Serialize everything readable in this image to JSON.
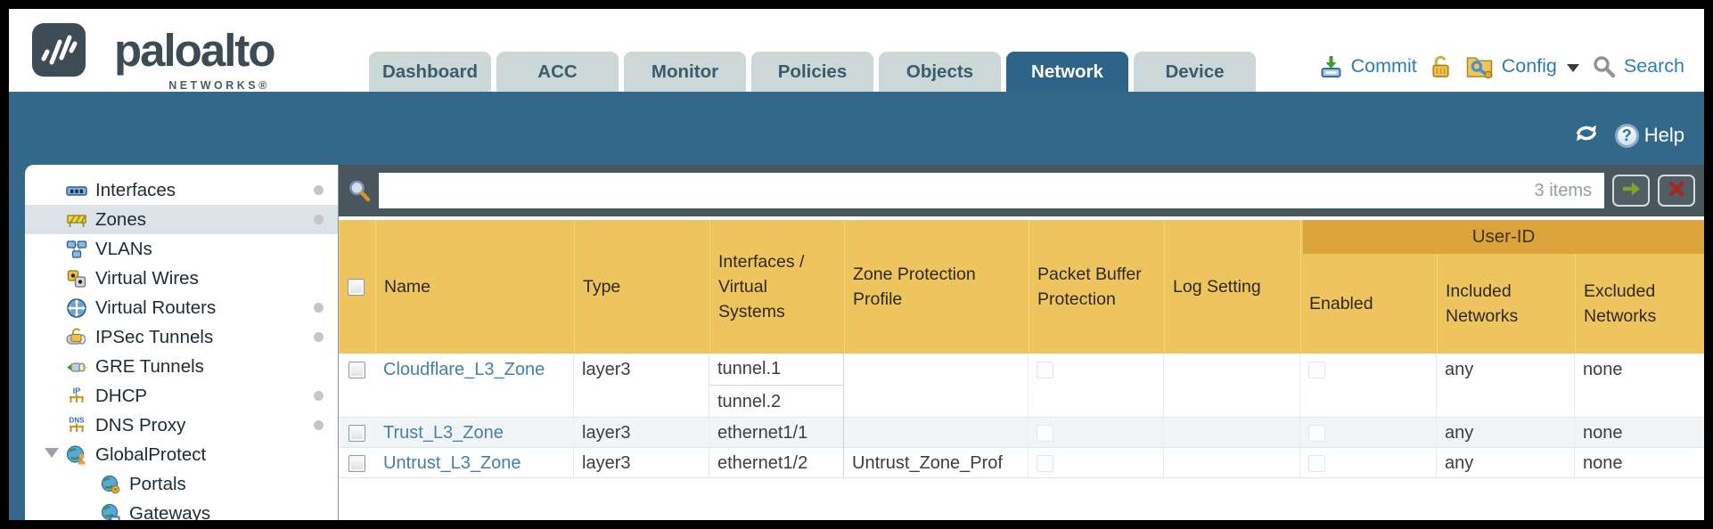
{
  "header": {
    "brand": "paloalto",
    "brand_sub": "NETWORKS®",
    "tabs": [
      {
        "label": "Dashboard",
        "active": false
      },
      {
        "label": "ACC",
        "active": false
      },
      {
        "label": "Monitor",
        "active": false
      },
      {
        "label": "Policies",
        "active": false
      },
      {
        "label": "Objects",
        "active": false
      },
      {
        "label": "Network",
        "active": true
      },
      {
        "label": "Device",
        "active": false
      }
    ],
    "actions": {
      "commit_label": "Commit",
      "commit_icon": "commit-icon",
      "lock_icon": "lock-icon",
      "config_label": "Config",
      "config_icon": "config-icon",
      "caret_icon": "caret-down-icon",
      "search_label": "Search",
      "search_icon": "search-icon"
    }
  },
  "toolbar": {
    "refresh_icon": "refresh-icon",
    "help_icon": "help-icon",
    "help_label": "Help"
  },
  "sidebar": {
    "items": [
      {
        "label": "Interfaces",
        "icon": "interfaces-icon",
        "dot": true,
        "selected": false,
        "child": false,
        "expander": false
      },
      {
        "label": "Zones",
        "icon": "zones-icon",
        "dot": true,
        "selected": true,
        "child": false,
        "expander": false
      },
      {
        "label": "VLANs",
        "icon": "vlans-icon",
        "dot": false,
        "selected": false,
        "child": false,
        "expander": false
      },
      {
        "label": "Virtual Wires",
        "icon": "virtual-wires-icon",
        "dot": false,
        "selected": false,
        "child": false,
        "expander": false
      },
      {
        "label": "Virtual Routers",
        "icon": "virtual-routers-icon",
        "dot": true,
        "selected": false,
        "child": false,
        "expander": false
      },
      {
        "label": "IPSec Tunnels",
        "icon": "ipsec-tunnels-icon",
        "dot": true,
        "selected": false,
        "child": false,
        "expander": false
      },
      {
        "label": "GRE Tunnels",
        "icon": "gre-tunnels-icon",
        "dot": false,
        "selected": false,
        "child": false,
        "expander": false
      },
      {
        "label": "DHCP",
        "icon": "dhcp-icon",
        "dot": true,
        "selected": false,
        "child": false,
        "expander": false
      },
      {
        "label": "DNS Proxy",
        "icon": "dns-proxy-icon",
        "dot": true,
        "selected": false,
        "child": false,
        "expander": false
      },
      {
        "label": "GlobalProtect",
        "icon": "globalprotect-icon",
        "dot": false,
        "selected": false,
        "child": false,
        "expander": true
      },
      {
        "label": "Portals",
        "icon": "portals-icon",
        "dot": false,
        "selected": false,
        "child": true,
        "expander": false
      },
      {
        "label": "Gateways",
        "icon": "gateways-icon",
        "dot": false,
        "selected": false,
        "child": true,
        "expander": false
      }
    ]
  },
  "content": {
    "filter": {
      "magnifier_icon": "search-icon",
      "count_label": "3 items",
      "apply_icon": "arrow-right-icon",
      "clear_icon": "close-icon"
    },
    "table": {
      "group_header": "User-ID",
      "columns": [
        "Name",
        "Type",
        "Interfaces / Virtual Systems",
        "Zone Protection Profile",
        "Packet Buffer Protection",
        "Log Setting",
        "Enabled",
        "Included Networks",
        "Excluded Networks"
      ],
      "rows": [
        {
          "name": "Cloudflare_L3_Zone",
          "type": "layer3",
          "interfaces": [
            "tunnel.1",
            "tunnel.2"
          ],
          "zone_protection_profile": "",
          "packet_buffer_protection": false,
          "log_setting": "",
          "user_id_enabled": false,
          "included_networks": "any",
          "excluded_networks": "none"
        },
        {
          "name": "Trust_L3_Zone",
          "type": "layer3",
          "interfaces": [
            "ethernet1/1"
          ],
          "zone_protection_profile": "",
          "packet_buffer_protection": false,
          "log_setting": "",
          "user_id_enabled": false,
          "included_networks": "any",
          "excluded_networks": "none"
        },
        {
          "name": "Untrust_L3_Zone",
          "type": "layer3",
          "interfaces": [
            "ethernet1/2"
          ],
          "zone_protection_profile": "Untrust_Zone_Prof",
          "packet_buffer_protection": false,
          "log_setting": "",
          "user_id_enabled": false,
          "included_networks": "any",
          "excluded_networks": "none"
        }
      ]
    }
  },
  "colors": {
    "teal_band": "#34688a",
    "active_tab": "#2e6489",
    "inactive_tab": "#ccd7d8",
    "header_amber": "#eec45f",
    "group_amber": "#dba33c",
    "link_blue": "#2e7cb5",
    "name_link": "#4480a8",
    "search_row": "#49565e",
    "selected_item": "#dbe2e8",
    "alt_row": "#f2f5f7"
  }
}
